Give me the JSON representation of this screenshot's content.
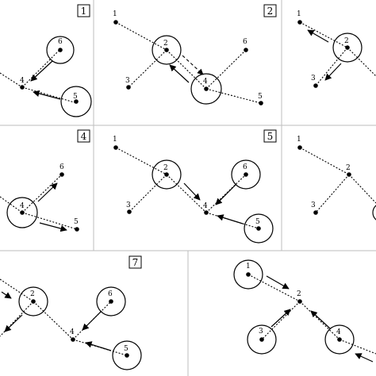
{
  "figure": {
    "panels": [
      {
        "id": "panel-1",
        "number": "1"
      },
      {
        "id": "panel-2",
        "number": "2"
      },
      {
        "id": "panel-3",
        "number": ""
      },
      {
        "id": "panel-4",
        "number": "4"
      },
      {
        "id": "panel-5",
        "number": "5"
      },
      {
        "id": "panel-6",
        "number": ""
      },
      {
        "id": "panel-7",
        "number": "7"
      },
      {
        "id": "panel-8",
        "number": ""
      }
    ],
    "node_labels": {
      "n1": "1",
      "n2": "2",
      "n3": "3",
      "n4": "4",
      "n5": "5",
      "n6": "6"
    },
    "colors": {
      "ink": "#000000",
      "divider": "#bdbdbd",
      "background": "#ffffff"
    }
  }
}
